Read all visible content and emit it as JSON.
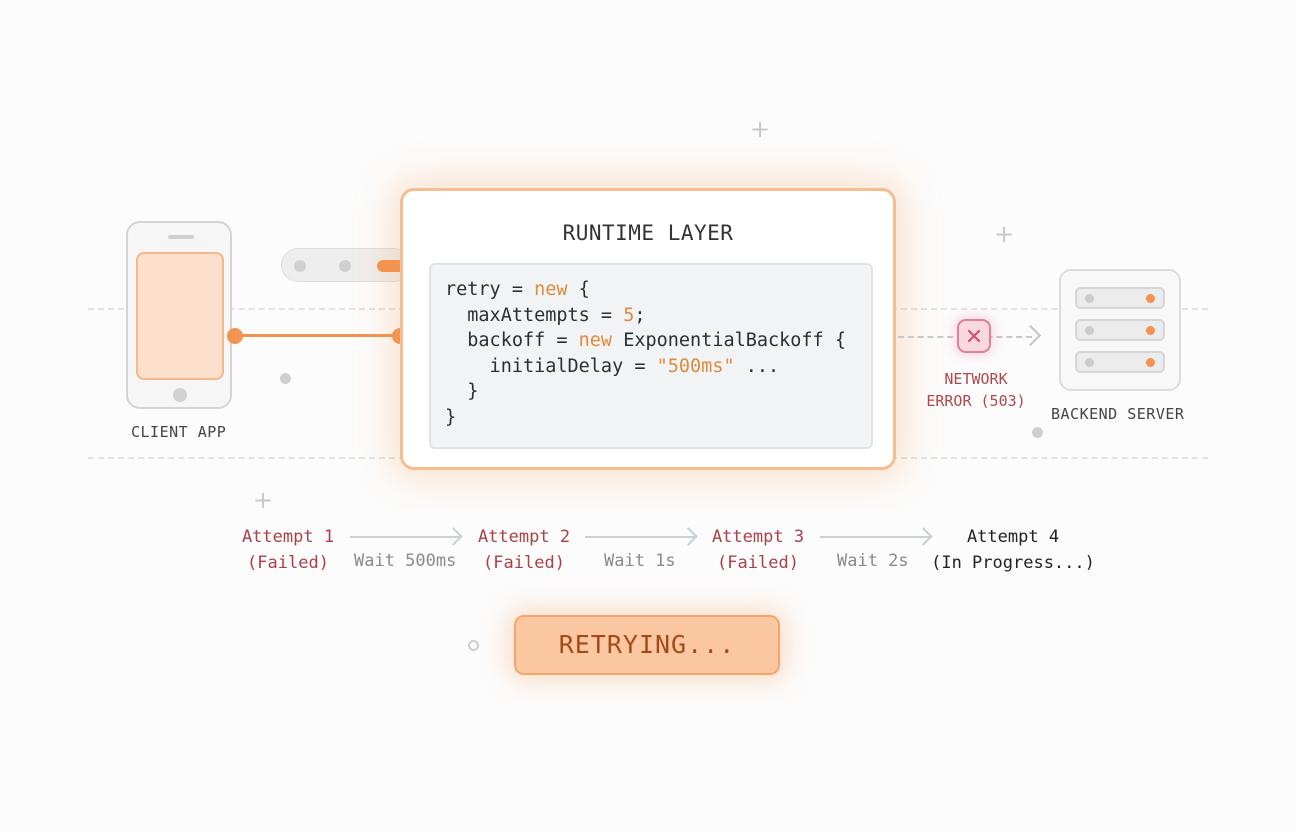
{
  "client": {
    "label": "CLIENT APP"
  },
  "runtime": {
    "title": "RUNTIME LAYER",
    "code": [
      [
        {
          "t": "retry = "
        },
        {
          "t": "new",
          "kw": true
        },
        {
          "t": " {"
        }
      ],
      [
        {
          "t": "  maxAttempts = "
        },
        {
          "t": "5",
          "kw": true
        },
        {
          "t": ";"
        }
      ],
      [
        {
          "t": "  backoff = "
        },
        {
          "t": "new",
          "kw": true
        },
        {
          "t": " ExponentialBackoff {"
        }
      ],
      [
        {
          "t": "    initialDelay = "
        },
        {
          "t": "\"500ms\"",
          "kw": true
        },
        {
          "t": " ..."
        }
      ],
      [
        {
          "t": "  }"
        }
      ],
      [
        {
          "t": "}"
        }
      ]
    ]
  },
  "error": {
    "line1": "NETWORK",
    "line2": "ERROR (503)"
  },
  "server": {
    "label": "BACKEND SERVER"
  },
  "attempts": [
    {
      "line1": "Attempt 1",
      "line2": "(Failed)",
      "status": "failed"
    },
    {
      "line1": "Attempt 2",
      "line2": "(Failed)",
      "status": "failed"
    },
    {
      "line1": "Attempt 3",
      "line2": "(Failed)",
      "status": "failed"
    },
    {
      "line1": "Attempt 4",
      "line2": "(In Progress...)",
      "status": "in-progress"
    }
  ],
  "waits": [
    "Wait 500ms",
    "Wait 1s",
    "Wait 2s"
  ],
  "status": {
    "label": "RETRYING..."
  },
  "colors": {
    "accent": "#f2934f",
    "failed": "#a8414a",
    "error": "#e07f98"
  }
}
